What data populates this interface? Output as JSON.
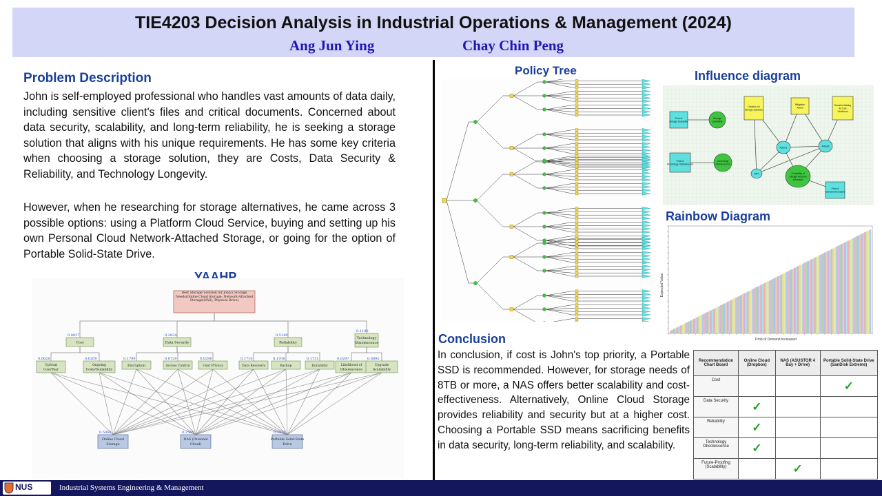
{
  "header": {
    "title": "TIE4203 Decision Analysis in Industrial Operations & Management (2024)",
    "author1": "Ang Jun Ying",
    "author2": "Chay Chin Peng"
  },
  "problem": {
    "heading": "Problem Description",
    "para1": "John is self-employed professional who handles vast amounts of data daily, including sensitive client's files and critical documents. Concerned about data security, scalability, and long-term reliability, he is seeking a storage solution that aligns with his unique requirements. He has some key criteria when choosing a storage solution, they are Costs, Data Security & Reliability, and Technology Longevity.",
    "para2": "However, when he researching for storage alternatives, he came across 3 possible options: using a Platform Cloud Service, buying and setting up his own Personal Cloud Network-Attached Storage, or going for the option of Portable Solid-State Drive."
  },
  "yaahp": {
    "heading": "YAAHP",
    "goal": "Best Storage Solution for John's Storage Needs(Online Cloud Storage, Network-Attached Storage(NAS), Physical Drive)",
    "criteria": [
      {
        "label": "Cost",
        "weight": "0.0837"
      },
      {
        "label": "Data Security",
        "weight": "0.2824"
      },
      {
        "label": "Reliability",
        "weight": "0.5149"
      },
      {
        "label": "Technology Obsolescence",
        "weight": "0.1190"
      }
    ],
    "subcriteria": [
      {
        "label": "Upfront Cost/Year",
        "weight": "0.0628"
      },
      {
        "label": "Ongoing Costs/Scalability",
        "weight": "0.0209"
      },
      {
        "label": "Encryption",
        "weight": "0.1799"
      },
      {
        "label": "Access Control",
        "weight": "0.0729"
      },
      {
        "label": "User Privacy",
        "weight": "0.0296"
      },
      {
        "label": "Data Recovery",
        "weight": "0.1710"
      },
      {
        "label": "Backup",
        "weight": "0.1708"
      },
      {
        "label": "Durability",
        "weight": "0.1731"
      },
      {
        "label": "Likelihood of Obsolescence",
        "weight": "0.0297"
      },
      {
        "label": "Upgrade Availability",
        "weight": "0.0892"
      }
    ],
    "alternatives": [
      {
        "label": "Online Cloud Storage",
        "weight": "0.5860"
      },
      {
        "label": "NAS (Personal Cloud)",
        "weight": "0.2565"
      },
      {
        "label": "Portable Solid-State Drive",
        "weight": "0.1575"
      }
    ]
  },
  "policy_tree": {
    "heading": "Policy Tree"
  },
  "influence": {
    "heading": "Influence diagram",
    "nodes": [
      "Prob of Storage Scalability",
      "Storage Scalability",
      "Prob of Technology Obsolescence",
      "Technology Obsolescence",
      "Decision on Storage Solutions",
      "Mitigation Action",
      "Decision Making for Low Likelihood",
      "Action1",
      "Action2",
      "NPV",
      "Probability of Storage Demand Increased",
      "Prob of Demand Increased"
    ]
  },
  "rainbow": {
    "heading": "Rainbow Diagram",
    "ylabel": "Expected Value",
    "xlabel": "Prob of Demand Increased"
  },
  "conclusion": {
    "heading": "Conclusion",
    "text": "In conclusion, if cost is John's top priority, a Portable SSD is recommended. However, for storage needs of 8TB or more, a NAS offers better scalability and cost-effectiveness. Alternatively, Online Cloud Storage provides reliability and security but at a higher cost. Choosing a Portable SSD means sacrificing benefits in data security, long-term reliability, and scalability."
  },
  "recommendation": {
    "corner": "Recommendation Chart Board",
    "columns": [
      "Online Cloud (Dropbox)",
      "NAS (ASUSTOR 4 Bay + Drive)",
      "Portable Solid-State Drive (SanDisk Extreme)"
    ],
    "rows": [
      {
        "label": "Cost",
        "checks": [
          false,
          false,
          true
        ]
      },
      {
        "label": "Data Security",
        "checks": [
          true,
          false,
          false
        ]
      },
      {
        "label": "Reliability",
        "checks": [
          true,
          false,
          false
        ]
      },
      {
        "label": "Technology Obsolescence",
        "checks": [
          true,
          false,
          false
        ]
      },
      {
        "label": "Future-Proofing (Scalability)",
        "checks": [
          false,
          true,
          false
        ]
      }
    ],
    "check_symbol": "✓"
  },
  "footer": {
    "logo": "NUS",
    "dept": "Industrial Systems Engineering & Management"
  },
  "colors": {
    "header_bg": "#d4d6f7",
    "heading_blue": "#1a3f9a",
    "author_blue": "#1f18b0",
    "footer_navy": "#14175c",
    "check_green": "#1ea41e",
    "node_green": "#3fc43f",
    "node_cyan": "#5ee0e0",
    "node_yellow": "#f7f35a"
  }
}
